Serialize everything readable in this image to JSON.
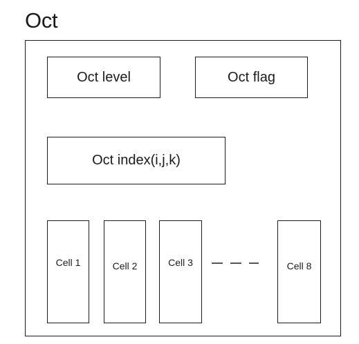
{
  "diagram": {
    "title": "Oct",
    "fields": {
      "level": "Oct level",
      "flag": "Oct flag",
      "index": "Oct index(i,j,k)"
    },
    "cells": [
      "Cell 1",
      "Cell 2",
      "Cell 3",
      "Cell 8"
    ],
    "ellipsis": "- - -"
  }
}
